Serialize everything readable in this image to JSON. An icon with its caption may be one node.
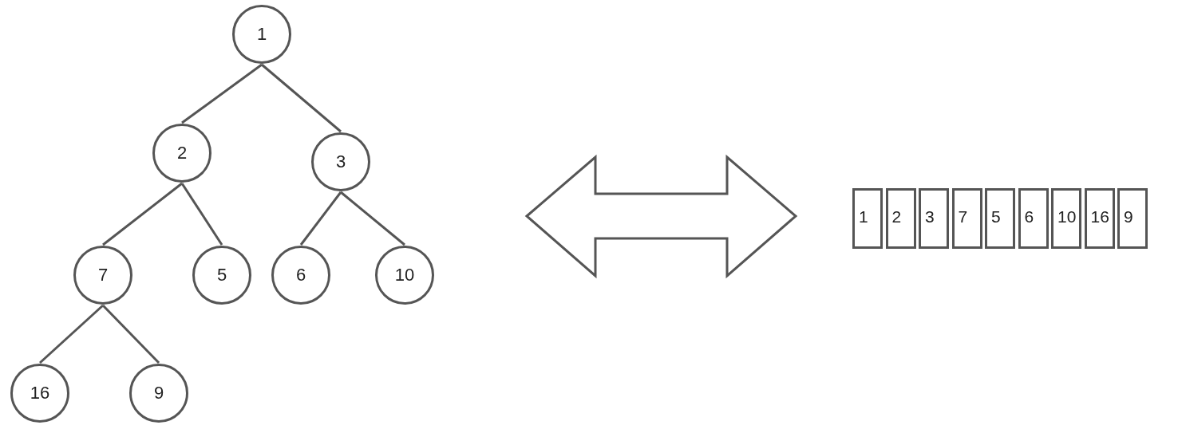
{
  "diagram": {
    "nodes": [
      {
        "text": [
          "1"
        ]
      },
      {
        "text": [
          "2"
        ]
      },
      {
        "text": [
          "3"
        ]
      },
      {
        "text": [
          "7"
        ]
      },
      {
        "text": [
          "5"
        ]
      },
      {
        "text": [
          "6"
        ]
      },
      {
        "text": [
          "10"
        ]
      },
      {
        "text": [
          "16"
        ]
      },
      {
        "text": [
          "9"
        ]
      },
      {
        "text": [
          "1"
        ]
      },
      {
        "text": [
          "2"
        ]
      },
      {
        "text": [
          "3"
        ]
      },
      {
        "text": [
          "7"
        ]
      },
      {
        "text": [
          "5"
        ]
      },
      {
        "text": [
          "6"
        ]
      },
      {
        "text": [
          "10"
        ]
      },
      {
        "text": [
          "16"
        ]
      },
      {
        "text": [
          "9"
        ]
      }
    ],
    "edges": [
      {
        "from": 0,
        "to": 1,
        "arrow": "none"
      },
      {
        "from": 0,
        "to": 2,
        "arrow": "none"
      },
      {
        "from": 1,
        "to": 3,
        "arrow": "none"
      },
      {
        "from": 1,
        "to": 4,
        "arrow": "none"
      },
      {
        "from": 2,
        "to": 5,
        "arrow": "none"
      },
      {
        "from": 2,
        "to": 6,
        "arrow": "none"
      },
      {
        "from": 3,
        "to": 7,
        "arrow": "none"
      },
      {
        "from": 3,
        "to": 8,
        "arrow": "none"
      }
    ]
  }
}
